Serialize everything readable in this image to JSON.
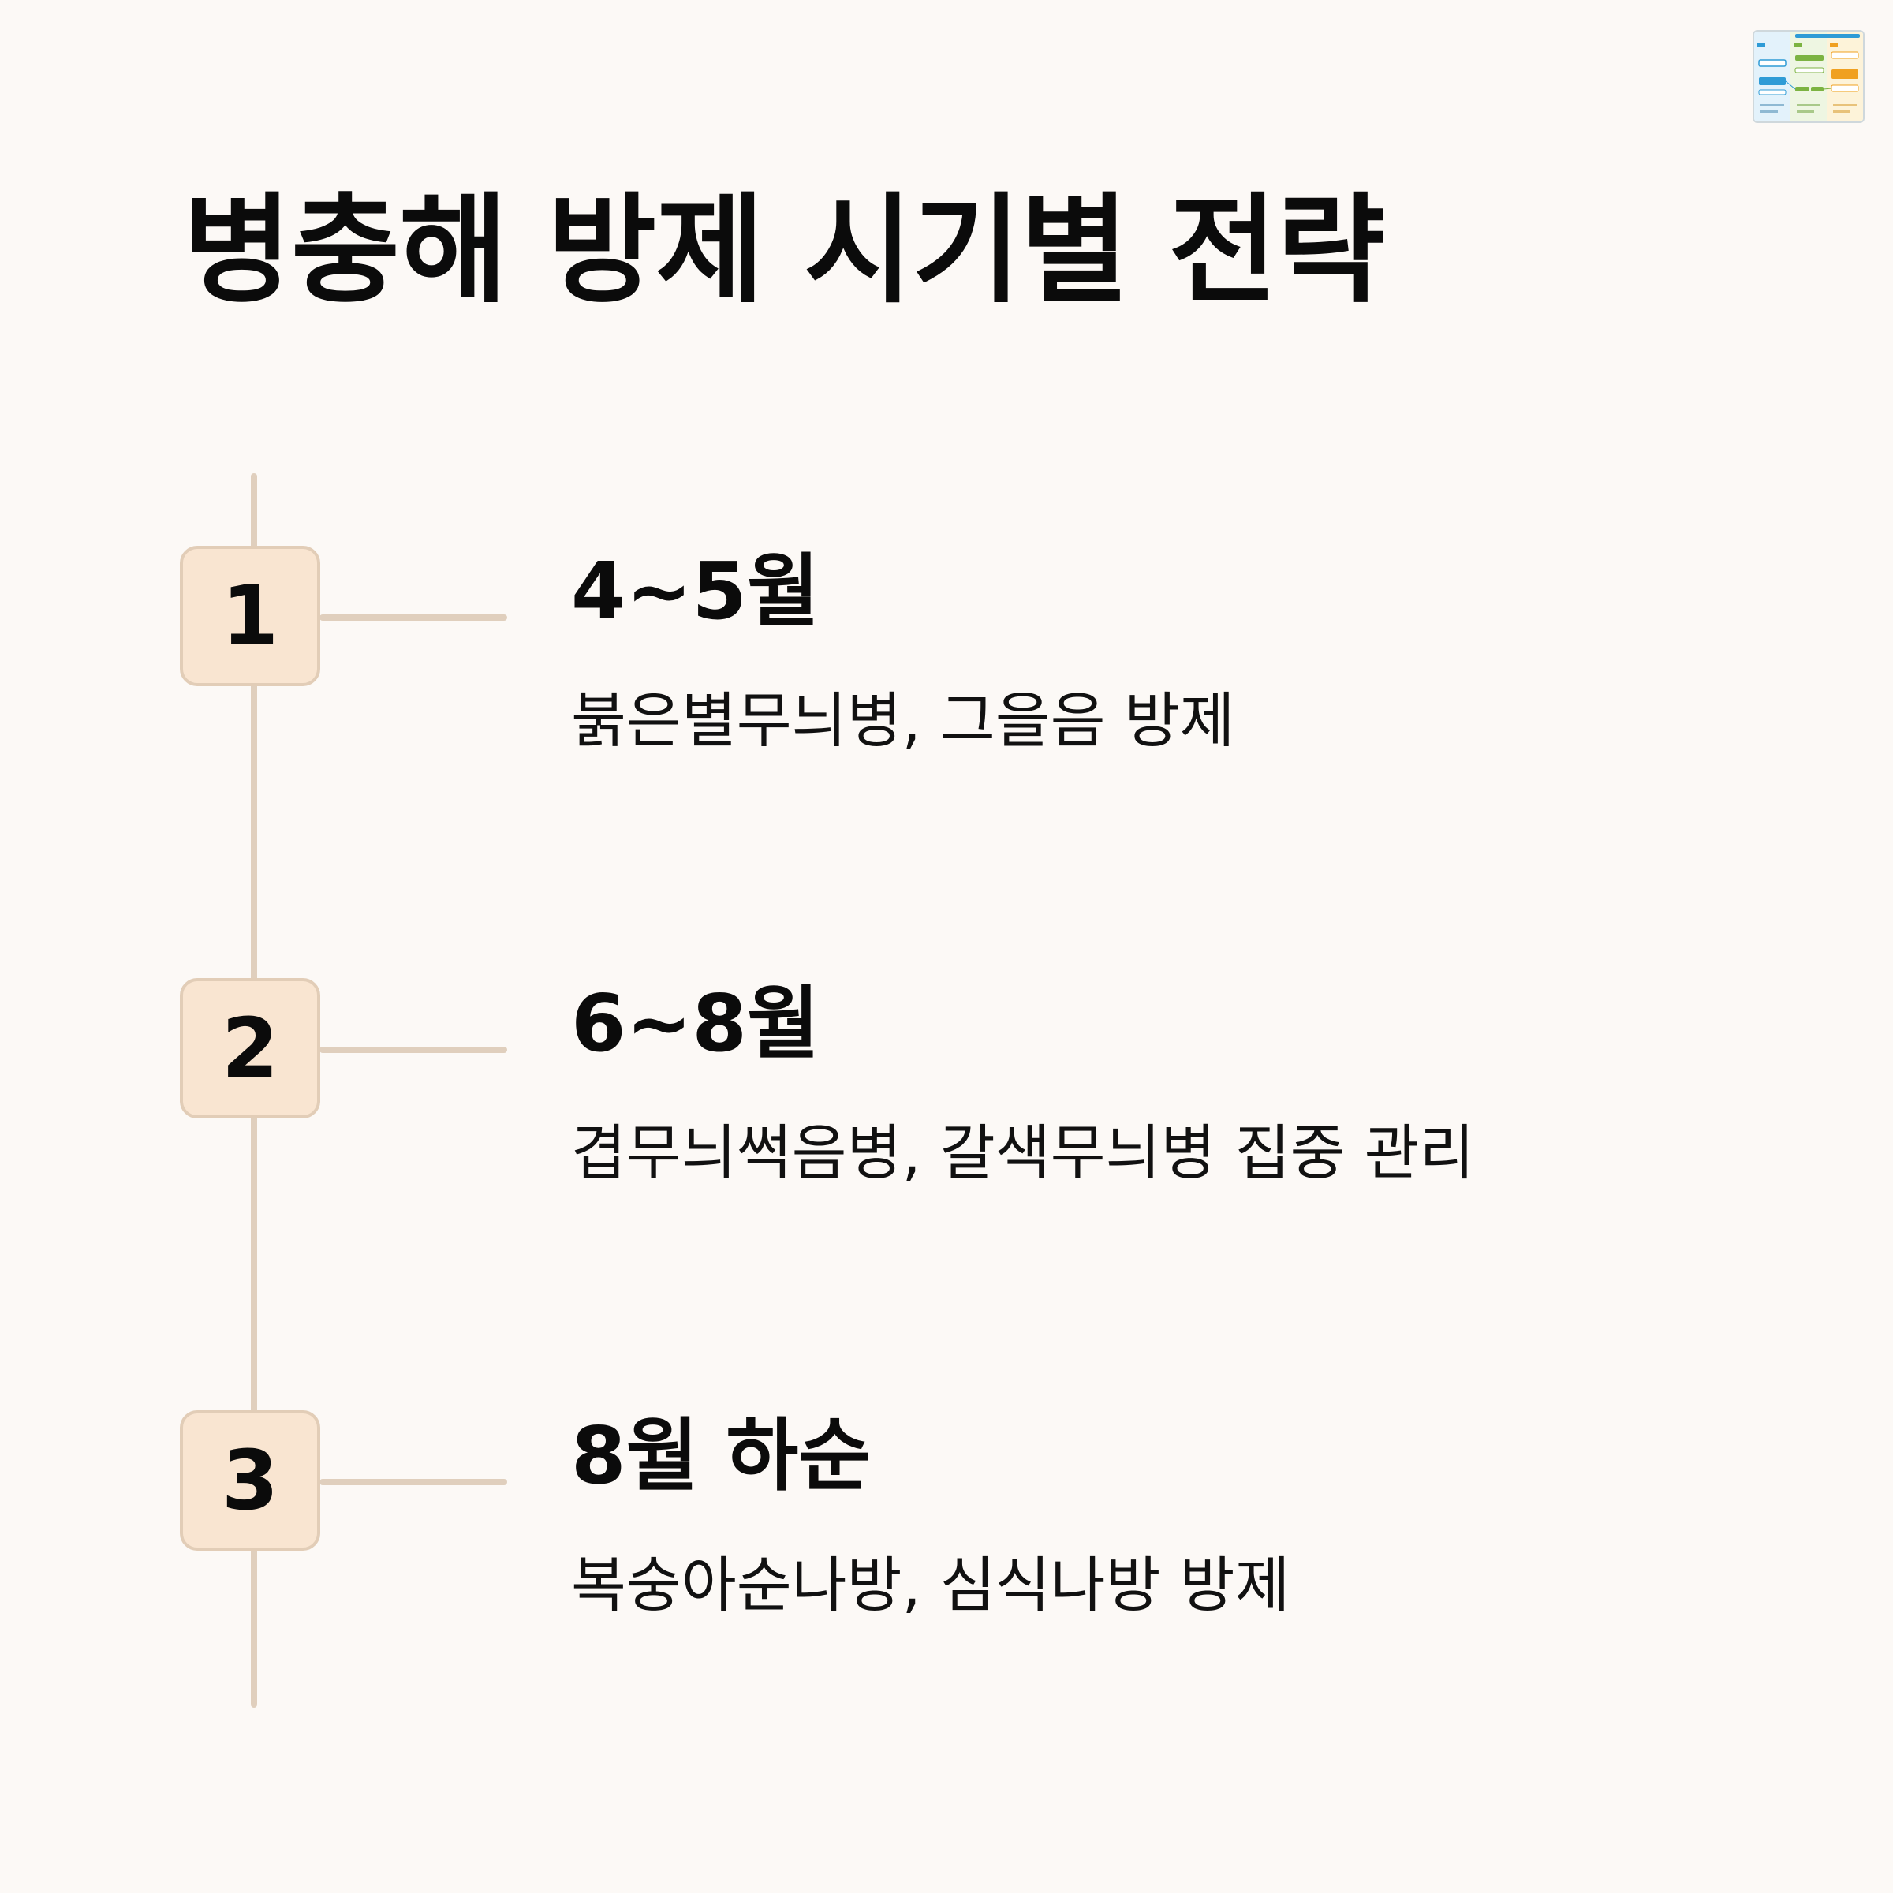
{
  "title": "병충해 방제 시기별 전략",
  "steps": [
    {
      "number": "1",
      "period": "4~5월",
      "description": "붉은별무늬병, 그을음 방제"
    },
    {
      "number": "2",
      "period": "6~8월",
      "description": "겹무늬썩음병, 갈색무늬병 집중 관리"
    },
    {
      "number": "3",
      "period": "8월 하순",
      "description": "복숭아순나방, 심식나방 방제"
    }
  ],
  "colors": {
    "background": "#fcf9f6",
    "timeline": "#e0cfbd",
    "badge_fill": "#f9e5d1",
    "badge_border": "#e2cdb7"
  }
}
